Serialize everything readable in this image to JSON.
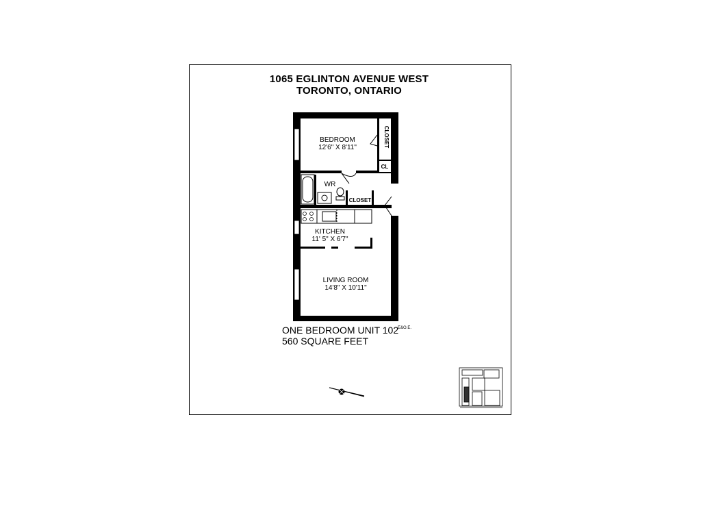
{
  "header": {
    "address_line1": "1065 EGLINTON AVENUE WEST",
    "address_line2": "TORONTO, ONTARIO"
  },
  "rooms": {
    "bedroom": {
      "name": "BEDROOM",
      "size": "12'6\" X 8'11\""
    },
    "closet_bedroom": "CLOSET",
    "cl": "CL",
    "wr": "WR",
    "closet_entry": "CLOSET",
    "kitchen": {
      "name": "KITCHEN",
      "size": "11' 5\" X 6'7\""
    },
    "living": {
      "name": "LIVING ROOM",
      "size": "14'8\" X 10'11\""
    }
  },
  "unit": {
    "name": "ONE BEDROOM UNIT 102",
    "eoe": "E&O.E.",
    "area": "560 SQUARE FEET"
  }
}
